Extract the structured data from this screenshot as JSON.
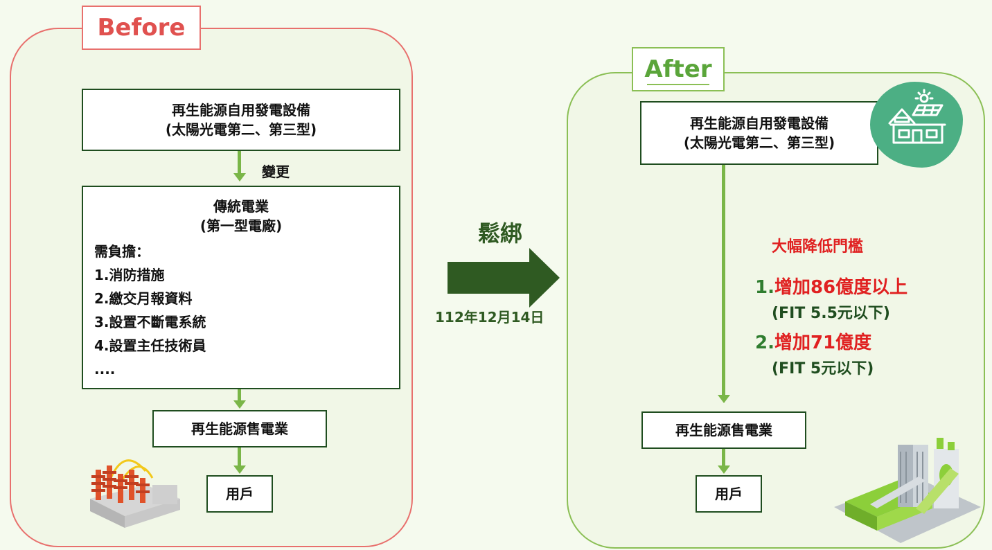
{
  "before": {
    "tag": "Before",
    "top_box": {
      "line1": "再生能源自用發電設備",
      "line2": "(太陽光電第二、第三型)"
    },
    "change_label": "變更",
    "middle_box": {
      "title": "傳統電業",
      "subtitle": "(第一型電廠)",
      "burden_heading": "需負擔：",
      "items": [
        "1.消防措施",
        "2.繳交月報資料",
        "3.設置不斷電系統",
        "4.設置主任技術員",
        "...."
      ]
    },
    "seller_box": "再生能源售電業",
    "user_box": "用戶"
  },
  "transition": {
    "label": "鬆綁",
    "date": "112年12月14日"
  },
  "after": {
    "tag": "After",
    "top_box": {
      "line1": "再生能源自用發電設備",
      "line2": "(太陽光電第二、第三型)"
    },
    "highlight": "大幅降低門檻",
    "point1_num": "1.",
    "point1_text": "增加86億度以上",
    "point1_sub": "(FIT 5.5元以下)",
    "point2_num": "2.",
    "point2_text": "增加71億度",
    "point2_sub": "(FIT 5元以下)",
    "seller_box": "再生能源售電業",
    "user_box": "用戶"
  },
  "colors": {
    "before_accent": "#e8706d",
    "after_accent": "#8bbf55",
    "arrow": "#2f5a22",
    "highlight_red": "#e02020"
  },
  "icons": [
    "solar-house-icon",
    "substation-illustration",
    "green-factory-illustration"
  ]
}
